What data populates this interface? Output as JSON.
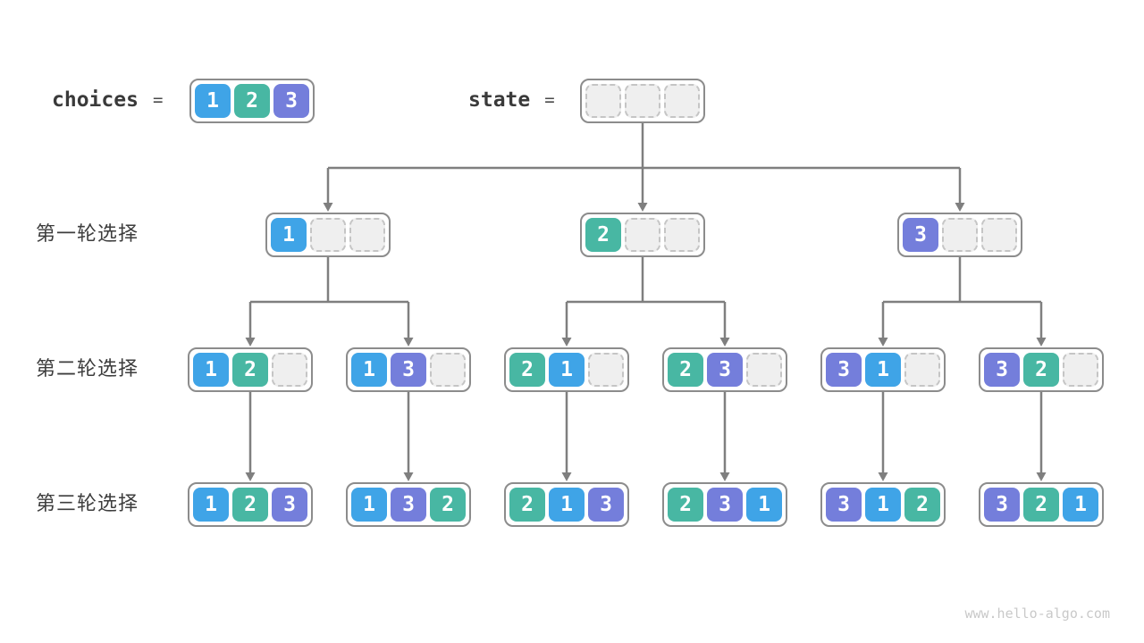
{
  "colors": {
    "1": "#3FA4E7",
    "2": "#48B7A3",
    "3": "#747EDB",
    "arrow": "#7f7f7f",
    "box_border": "#8c8c8c",
    "empty_fill": "#efefef",
    "empty_border": "#c5c5c5",
    "cell_text": "#ffffff",
    "footer_text": "#c9c9c9"
  },
  "header": {
    "choices_label": "choices",
    "state_label": "state",
    "equals": "=",
    "choices_values": [
      1,
      2,
      3
    ],
    "state_values": [
      null,
      null,
      null
    ]
  },
  "rows": [
    {
      "label": "第一轮选择",
      "boxes": [
        [
          1,
          null,
          null
        ],
        [
          2,
          null,
          null
        ],
        [
          3,
          null,
          null
        ]
      ]
    },
    {
      "label": "第二轮选择",
      "boxes": [
        [
          1,
          2,
          null
        ],
        [
          1,
          3,
          null
        ],
        [
          2,
          1,
          null
        ],
        [
          2,
          3,
          null
        ],
        [
          3,
          1,
          null
        ],
        [
          3,
          2,
          null
        ]
      ]
    },
    {
      "label": "第三轮选择",
      "boxes": [
        [
          1,
          2,
          3
        ],
        [
          1,
          3,
          2
        ],
        [
          2,
          1,
          3
        ],
        [
          2,
          3,
          1
        ],
        [
          3,
          1,
          2
        ],
        [
          3,
          2,
          1
        ]
      ]
    }
  ],
  "footer": {
    "url": "www.hello-algo.com"
  }
}
